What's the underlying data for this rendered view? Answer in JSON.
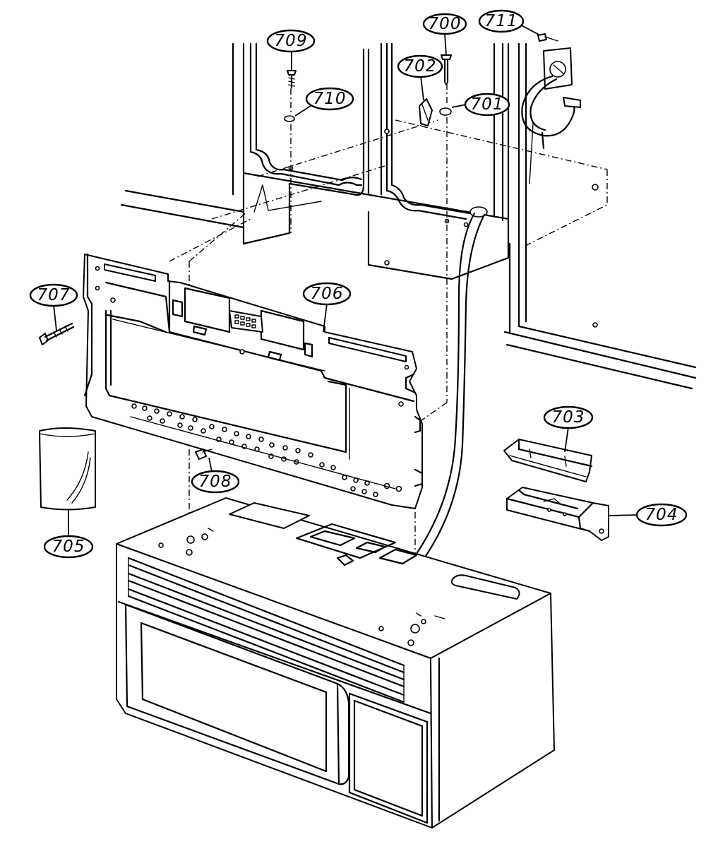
{
  "callouts": [
    {
      "id": "700",
      "label": "700"
    },
    {
      "id": "701",
      "label": "701"
    },
    {
      "id": "702",
      "label": "702"
    },
    {
      "id": "703",
      "label": "703"
    },
    {
      "id": "704",
      "label": "704"
    },
    {
      "id": "705",
      "label": "705"
    },
    {
      "id": "706",
      "label": "706"
    },
    {
      "id": "707",
      "label": "707"
    },
    {
      "id": "708",
      "label": "708"
    },
    {
      "id": "709",
      "label": "709"
    },
    {
      "id": "710",
      "label": "710"
    },
    {
      "id": "711",
      "label": "711"
    }
  ]
}
